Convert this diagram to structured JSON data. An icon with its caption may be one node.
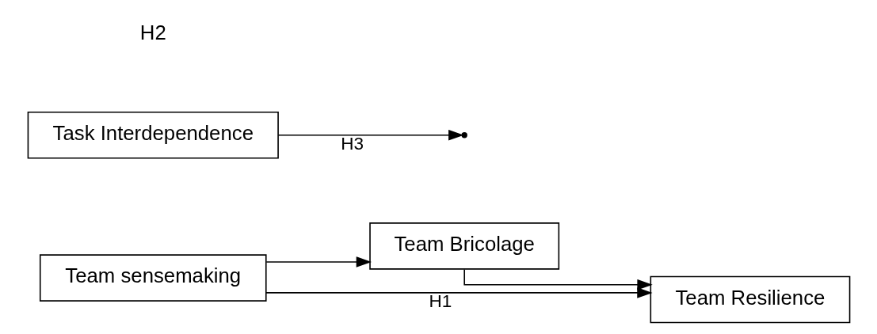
{
  "diagram": {
    "nodes": [
      {
        "text": [
          "Team sensemaking"
        ]
      },
      {
        "text": [
          "Team Bricolage"
        ]
      },
      {
        "text": [
          "Team Resilience"
        ]
      },
      {
        "text": [
          "Task Interdependence"
        ]
      }
    ],
    "edges": [
      {
        "from": 0,
        "to": 1,
        "arrow": "to"
      },
      {
        "from": 1,
        "to": 2,
        "arrow": "to"
      },
      {
        "from": 0,
        "to": 2,
        "arrow": "to",
        "label": "H1"
      },
      {
        "from": 3,
        "to": null,
        "arrow": "to",
        "label": "H3"
      }
    ],
    "labels": [
      "H2"
    ]
  }
}
